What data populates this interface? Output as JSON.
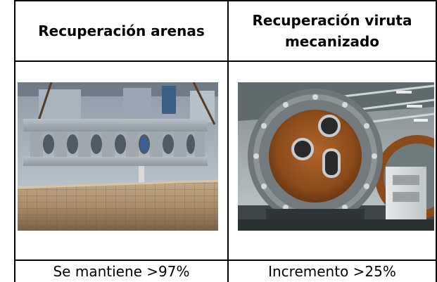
{
  "table": {
    "columns": [
      {
        "header": "Recuperación arenas",
        "value": "Se mantiene >97%",
        "image": "casting-mold-on-sand-photo"
      },
      {
        "header": "Recuperación viruta mecanizado",
        "value": "Incremento >25%",
        "image": "machined-ring-part-photo"
      }
    ]
  },
  "colors": {
    "border": "#000000",
    "text": "#000000",
    "background": "#ffffff"
  }
}
